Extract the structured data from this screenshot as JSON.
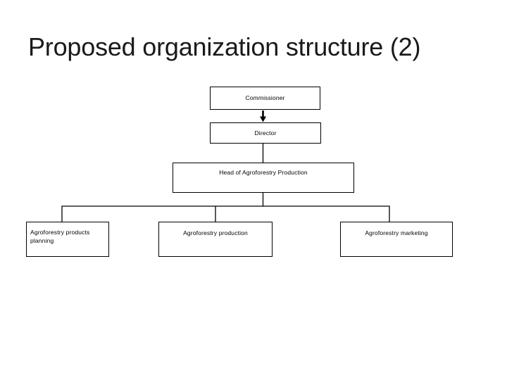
{
  "slide": {
    "title": "Proposed organization structure (2)"
  },
  "org_chart": {
    "type": "org-tree-diagram",
    "nodes": [
      {
        "id": "commissioner",
        "label": "Commissioner",
        "level": 1
      },
      {
        "id": "director",
        "label": "Director",
        "level": 2
      },
      {
        "id": "head",
        "label": "Head of Agroforestry Production",
        "level": 3
      },
      {
        "id": "planning",
        "label": "Agroforestry products planning",
        "level": 4
      },
      {
        "id": "production",
        "label": "Agroforestry production",
        "level": 4
      },
      {
        "id": "marketing",
        "label": "Agroforestry marketing",
        "level": 4
      }
    ],
    "edges": [
      {
        "from": "commissioner",
        "to": "director",
        "style": "arrow"
      },
      {
        "from": "director",
        "to": "head",
        "style": "line"
      },
      {
        "from": "head",
        "to": "planning",
        "style": "elbow-line"
      },
      {
        "from": "head",
        "to": "production",
        "style": "elbow-line"
      },
      {
        "from": "head",
        "to": "marketing",
        "style": "elbow-line"
      }
    ]
  },
  "colors": {
    "background": "#ffffff",
    "line": "#000000",
    "text": "#000000",
    "title": "#1a1a1a"
  }
}
